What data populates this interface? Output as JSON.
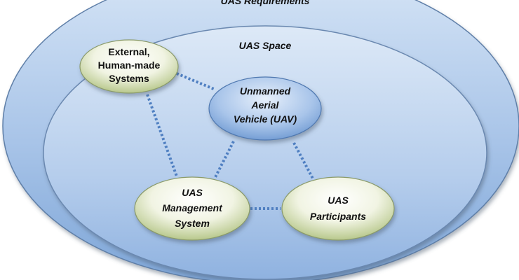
{
  "diagram": {
    "outer_title": "UAS Requirements",
    "inner_title": "UAS Space",
    "nodes": {
      "external": {
        "lines": [
          "External,",
          "Human-made",
          "Systems"
        ]
      },
      "uav": {
        "lines": [
          "Unmanned",
          "Aerial",
          "Vehicle (UAV)"
        ]
      },
      "management": {
        "lines": [
          "UAS",
          "Management",
          "System"
        ]
      },
      "participants": {
        "lines": [
          "UAS",
          "Participants"
        ]
      }
    },
    "colors": {
      "outer_fill_top": "#c9dcf2",
      "outer_fill_bottom": "#7aa3d6",
      "node_fill_top": "#ffffff",
      "node_fill_bottom": "#c7d5a0",
      "uav_fill_top": "#d6e6f8",
      "uav_fill_bottom": "#6f9ad2",
      "connector": "#4f7fc1"
    }
  }
}
